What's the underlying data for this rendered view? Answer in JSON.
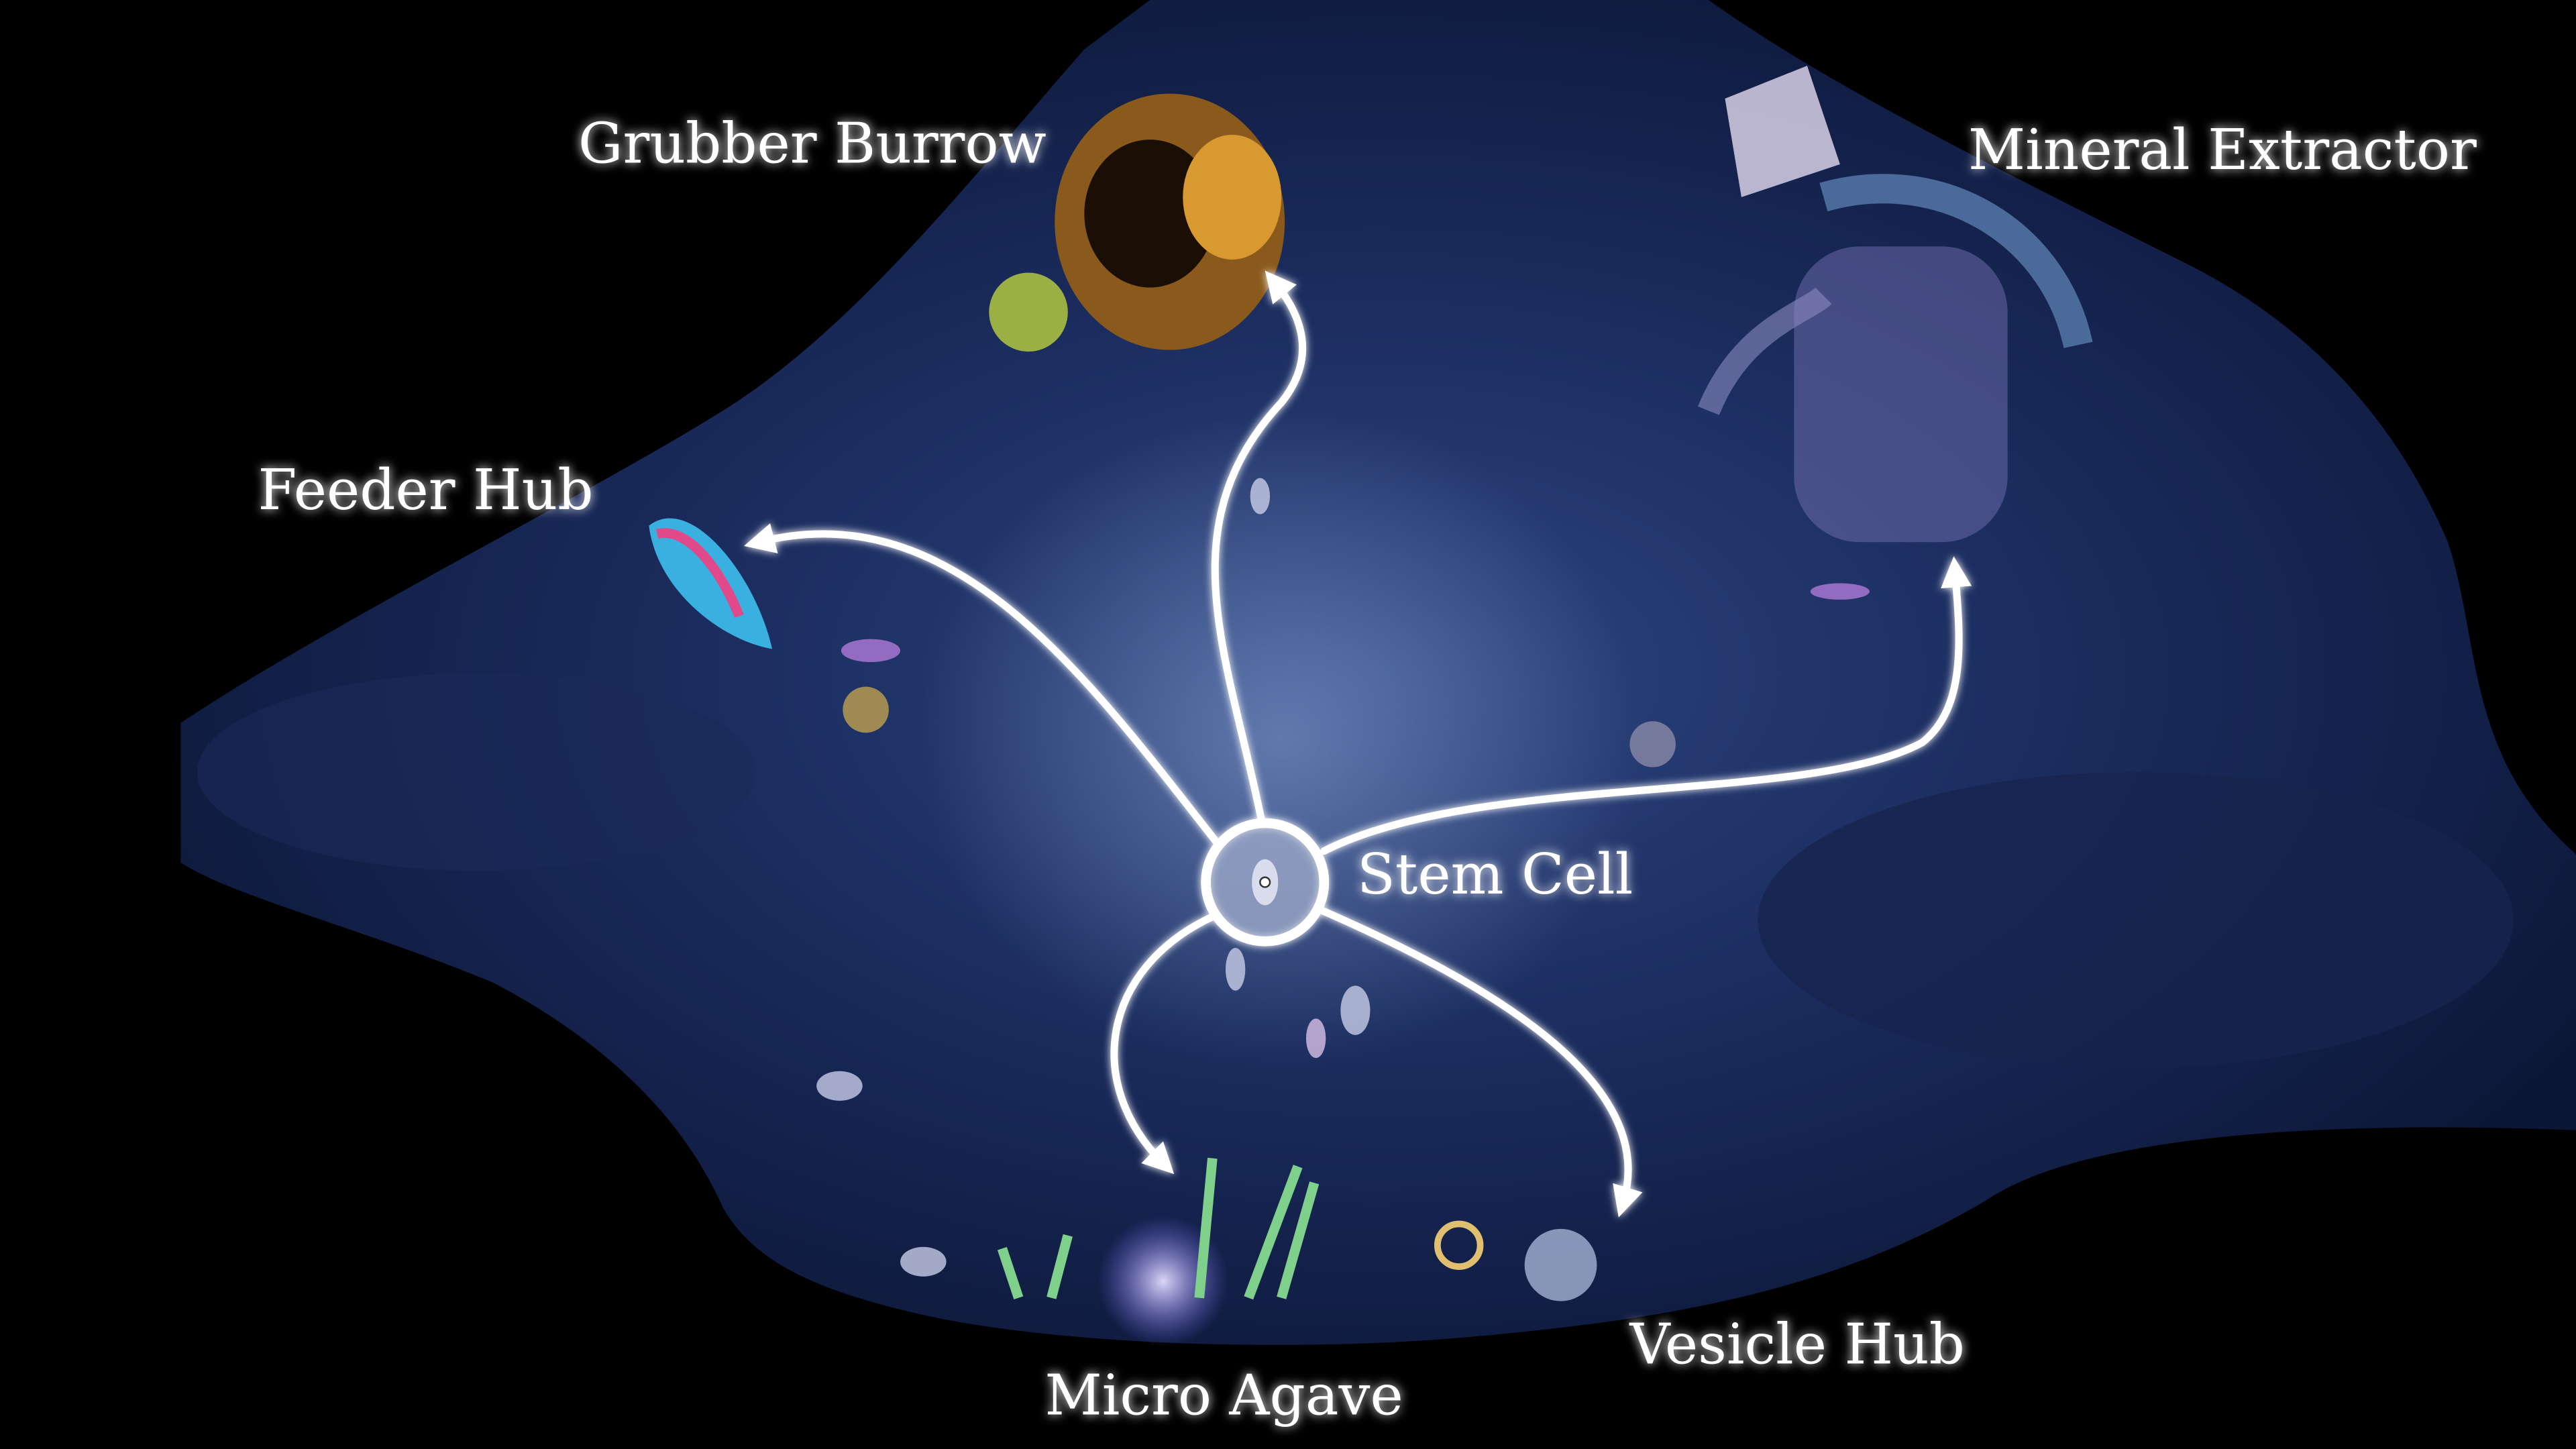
{
  "scene": "evolution-tree",
  "colors": {
    "background": "#000000",
    "cave_light": "#2a3f78",
    "cave_dark": "#0c1738",
    "link": "#ffffff"
  },
  "nodes": {
    "stem_cell": {
      "label": "Stem Cell"
    },
    "grubber_burrow": {
      "label": "Grubber Burrow"
    },
    "mineral_extractor": {
      "label": "Mineral Extractor"
    },
    "feeder_hub": {
      "label": "Feeder Hub"
    },
    "micro_agave": {
      "label": "Micro Agave"
    },
    "vesicle_hub": {
      "label": "Vesicle Hub"
    }
  }
}
